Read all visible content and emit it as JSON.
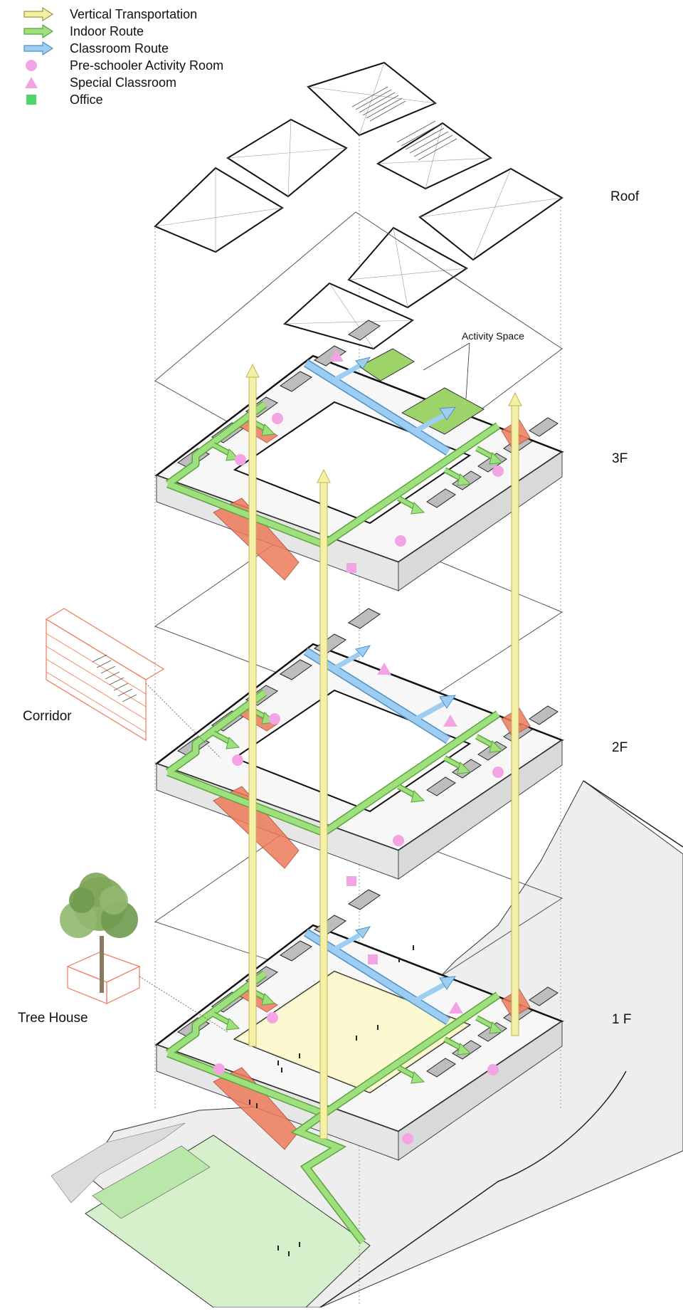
{
  "legend": {
    "items": [
      {
        "label": "Vertical Transportation",
        "symbol": "arrow",
        "color": "#f4f0a6"
      },
      {
        "label": "Indoor Route",
        "symbol": "arrow",
        "color": "#9ee07d"
      },
      {
        "label": "Classroom Route",
        "symbol": "arrow",
        "color": "#9dcdf0"
      },
      {
        "label": "Pre-schooler Activity Room",
        "symbol": "circle",
        "color": "#f3a4e4"
      },
      {
        "label": "Special Classroom",
        "symbol": "triangle",
        "color": "#f3a4e4"
      },
      {
        "label": "Office",
        "symbol": "square",
        "color": "#4fd36a"
      }
    ]
  },
  "floor_labels": {
    "roof": "Roof",
    "third": "3F",
    "second": "2F",
    "first": "1 F"
  },
  "callouts": {
    "activity_space": "Activity Space",
    "corridor": "Corridor",
    "tree_house": "Tree House"
  },
  "colors": {
    "vertical": "#f4f0a6",
    "vertical_stroke": "#bdb55a",
    "indoor": "#9ee07d",
    "indoor_stroke": "#5aa43b",
    "classroom": "#9dcdf0",
    "classroom_stroke": "#4e93c7",
    "activity_room": "#f3a4e4",
    "office": "#4fd36a",
    "stair": "#ee7b5c",
    "ground": "#eeeeee",
    "garden": "#d7f0cc",
    "courtyard": "#fbf6c4"
  }
}
